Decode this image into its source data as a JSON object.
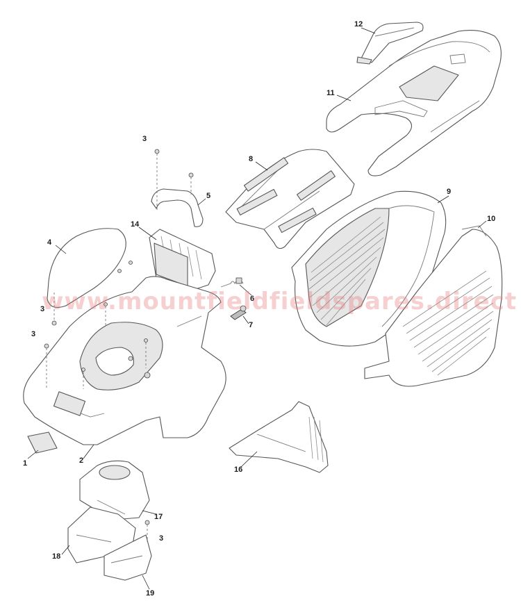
{
  "watermark": "www.mountfieldfieldspares.direct",
  "callouts": {
    "p1": "1",
    "p2": "2",
    "p3a": "3",
    "p3b": "3",
    "p3c": "3",
    "p3d": "3",
    "p4": "4",
    "p5": "5",
    "p6": "6",
    "p7": "7",
    "p8": "8",
    "p9": "9",
    "p10": "10",
    "p11": "11",
    "p12": "12",
    "p14": "14",
    "p16": "16",
    "p17": "17",
    "p18": "18",
    "p19": "19"
  },
  "colors": {
    "outline": "#555555",
    "watermark": "#e67878"
  }
}
